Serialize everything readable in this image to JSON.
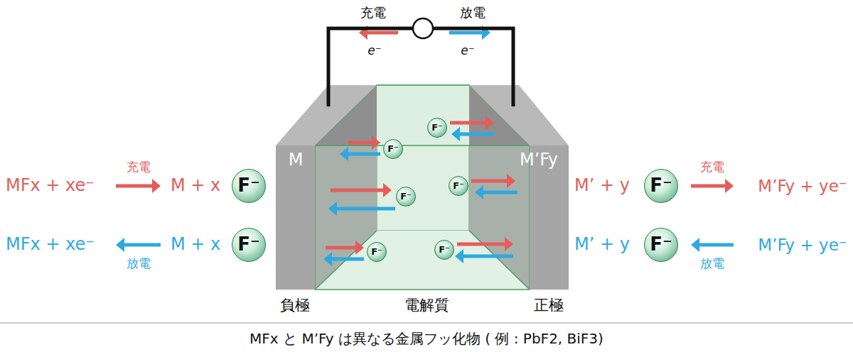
{
  "diagram": {
    "caption": "MFx と M’Fy は異なる金属フッ化物 ( 例 : PbF2, BiF3)",
    "nodes": [
      {
        "text": [
          "M",
          "負極"
        ]
      },
      {
        "text": [
          "電解質"
        ]
      },
      {
        "text": [
          "F⁻"
        ],
        "in": 1
      },
      {
        "text": [
          "F⁻"
        ],
        "in": 1
      },
      {
        "text": [
          "F⁻"
        ],
        "in": 1
      },
      {
        "text": [
          "F⁻"
        ],
        "in": 1
      },
      {
        "text": [
          "F⁻"
        ],
        "in": 1
      },
      {
        "text": [
          "F⁻"
        ],
        "in": 1
      },
      {
        "text": [
          "M’Fy",
          "正極"
        ]
      },
      {
        "text": [
          "F⁻"
        ]
      },
      {
        "text": [
          "F⁻"
        ]
      },
      {
        "text": [
          "F⁻"
        ]
      },
      {
        "text": [
          "F⁻"
        ]
      }
    ],
    "edges": [
      {
        "from": 0,
        "to": 8,
        "arrow": "none"
      }
    ],
    "labels": [
      "充電",
      "放電",
      "e⁻",
      "e⁻",
      "MFx + xe⁻",
      "充電",
      "M + x",
      "MFx + xe⁻",
      "放電",
      "M + x",
      "M’ + y",
      "充電",
      "M’Fy + ye⁻",
      "M’ + y",
      "放電",
      "M’Fy + ye⁻"
    ]
  }
}
